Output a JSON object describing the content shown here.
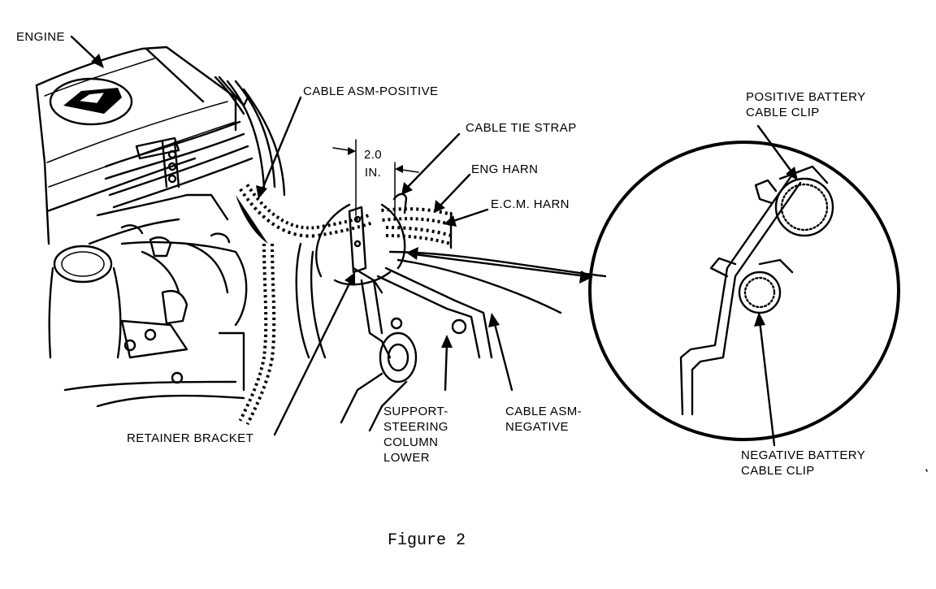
{
  "labels": {
    "engine": "ENGINE",
    "cable_positive": "CABLE ASM-POSITIVE",
    "cable_tie_strap": "CABLE TIE STRAP",
    "dimension": "2.0\nIN.",
    "eng_harn": "ENG HARN",
    "ecm_harn": "E.C.M. HARN",
    "positive_clip": "POSITIVE BATTERY\nCABLE CLIP",
    "negative_clip": "NEGATIVE BATTERY\nCABLE CLIP",
    "retainer_bracket": "RETAINER BRACKET",
    "support_steering": "SUPPORT-\nSTEERING\nCOLUMN\nLOWER",
    "cable_negative": "CABLE ASM-\nNEGATIVE"
  },
  "caption": "Figure 2"
}
